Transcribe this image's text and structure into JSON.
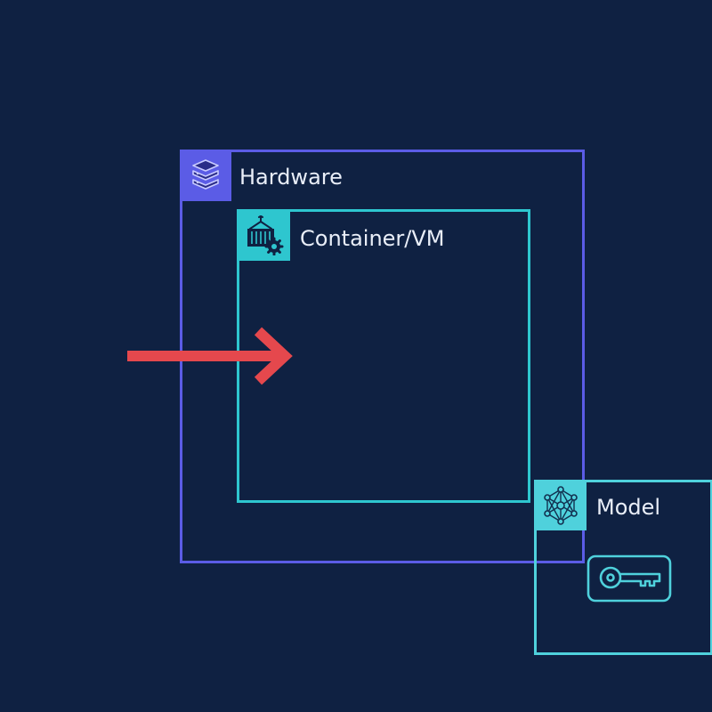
{
  "layers": {
    "hardware": {
      "label": "Hardware",
      "icon": "server-stack-icon"
    },
    "container": {
      "label": "Container/VM",
      "icon": "shipping-container-gear-icon"
    },
    "model": {
      "label": "Model",
      "icon": "neural-network-icon"
    }
  },
  "center_icon": "key-icon",
  "arrow_icon": "red-arrow-icon",
  "colors": {
    "background": "#0f2142",
    "hardware": "#5b5ce6",
    "container": "#2ec6cf",
    "model": "#4fd1dc",
    "arrow": "#e5484d",
    "text": "#e9eef8"
  }
}
